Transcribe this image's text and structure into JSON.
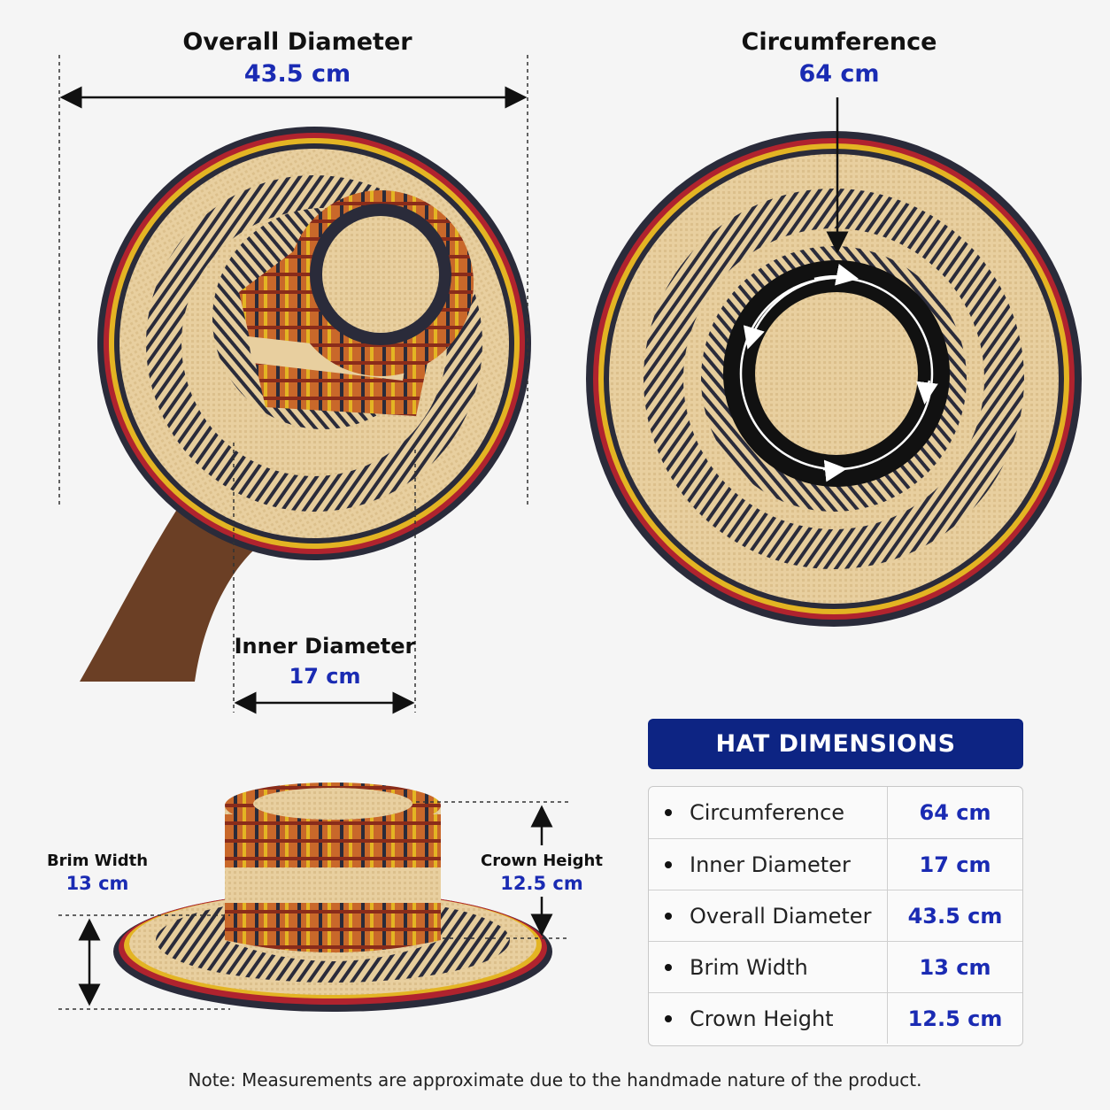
{
  "callouts": {
    "overall_diameter": {
      "title": "Overall Diameter",
      "value": "43.5 cm"
    },
    "circumference": {
      "title": "Circumference",
      "value": "64 cm"
    },
    "inner_diameter": {
      "title": "Inner Diameter",
      "value": "17 cm"
    },
    "brim_width": {
      "title": "Brim Width",
      "value": "13 cm"
    },
    "crown_height": {
      "title": "Crown Height",
      "value": "12.5 cm"
    }
  },
  "table": {
    "header": "HAT DIMENSIONS",
    "rows": [
      {
        "name": "Circumference",
        "value": "64 cm"
      },
      {
        "name": "Inner Diameter",
        "value": "17 cm"
      },
      {
        "name": "Overall Diameter",
        "value": "43.5 cm"
      },
      {
        "name": "Brim Width",
        "value": "13 cm"
      },
      {
        "name": "Crown Height",
        "value": "12.5 cm"
      }
    ]
  },
  "note": "Note: Measurements are approximate due to the handmade nature of the product.",
  "colors": {
    "accent_blue": "#1a2bb3",
    "header_navy": "#0d2483",
    "straw": "#e8cf9f",
    "weave_dark": "#2a2b3a",
    "weave_orange": "#c9682a",
    "weave_red": "#b0232e",
    "weave_yellow": "#e3b423"
  }
}
